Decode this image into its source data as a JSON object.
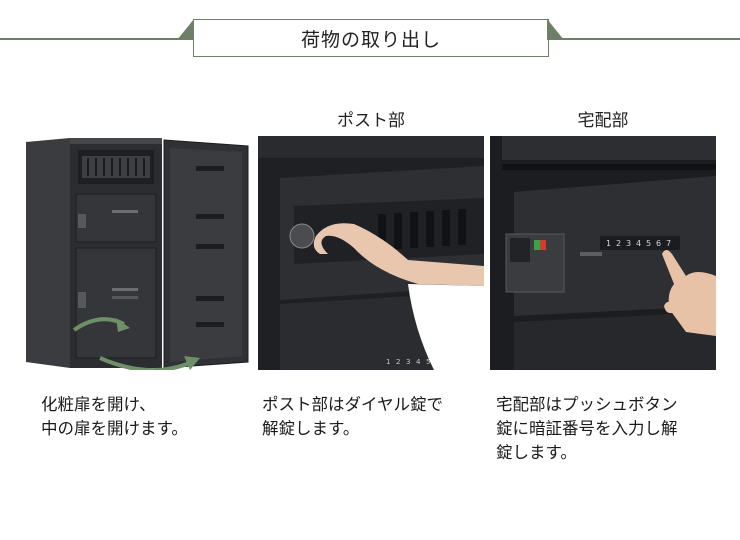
{
  "header": {
    "title": "荷物の取り出し"
  },
  "panels": [
    {
      "heading": "",
      "caption_lines": [
        "化粧扉を開け、",
        "中の扉を開けます。"
      ]
    },
    {
      "heading": "ポスト部",
      "caption_lines": [
        "ポスト部はダイヤル錠で",
        "解錠します。"
      ]
    },
    {
      "heading": "宅配部",
      "caption_lines": [
        "宅配部はプッシュボタン",
        "錠に暗証番号を入力し解",
        "錠します。"
      ]
    }
  ],
  "keypad_digits": [
    "1",
    "2",
    "3",
    "4",
    "5",
    "6",
    "7"
  ],
  "colors": {
    "accent": "#6d7f66",
    "cabinet": "#2b2d30",
    "arrow": "#6f8f68"
  }
}
